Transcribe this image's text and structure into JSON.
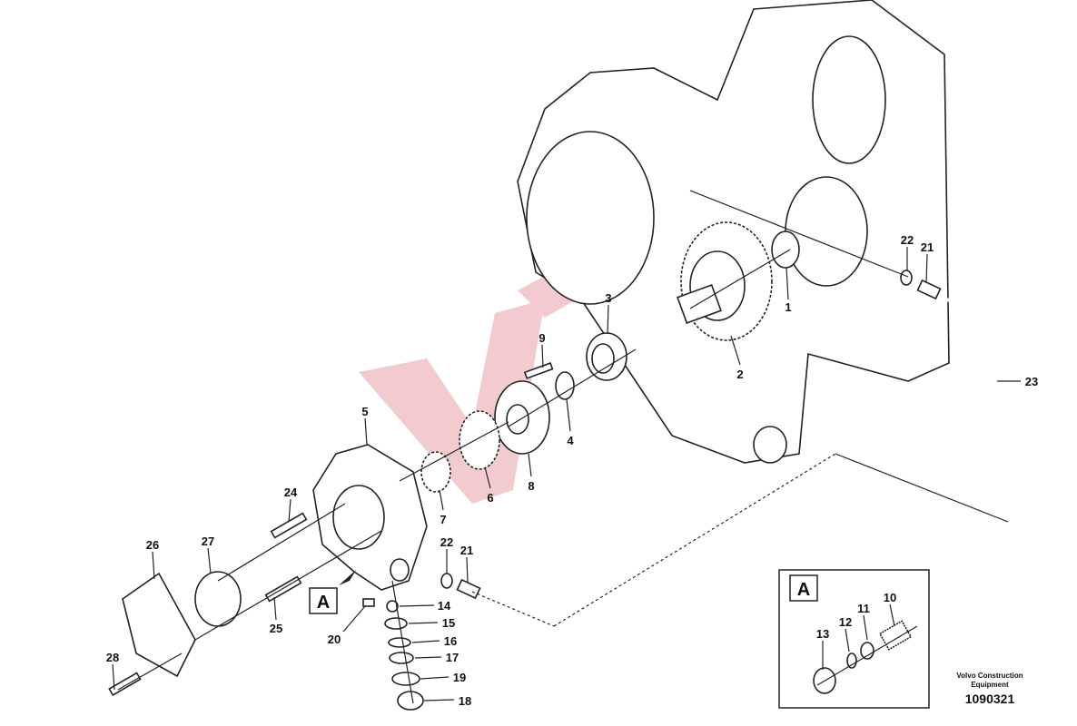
{
  "diagram": {
    "callouts": [
      "1",
      "2",
      "3",
      "4",
      "5",
      "6",
      "7",
      "8",
      "9",
      "10",
      "11",
      "12",
      "13",
      "14",
      "15",
      "16",
      "17",
      "18",
      "19",
      "20",
      "21",
      "21",
      "22",
      "22",
      "23",
      "24",
      "25",
      "26",
      "27",
      "28"
    ],
    "detail_label": "A",
    "inset_label": "A"
  },
  "caption": {
    "maker": "Volvo Construction Equipment",
    "drawing_number": "1090321"
  },
  "colors": {
    "line": "#222222",
    "watermark": "#e8a0a8"
  }
}
